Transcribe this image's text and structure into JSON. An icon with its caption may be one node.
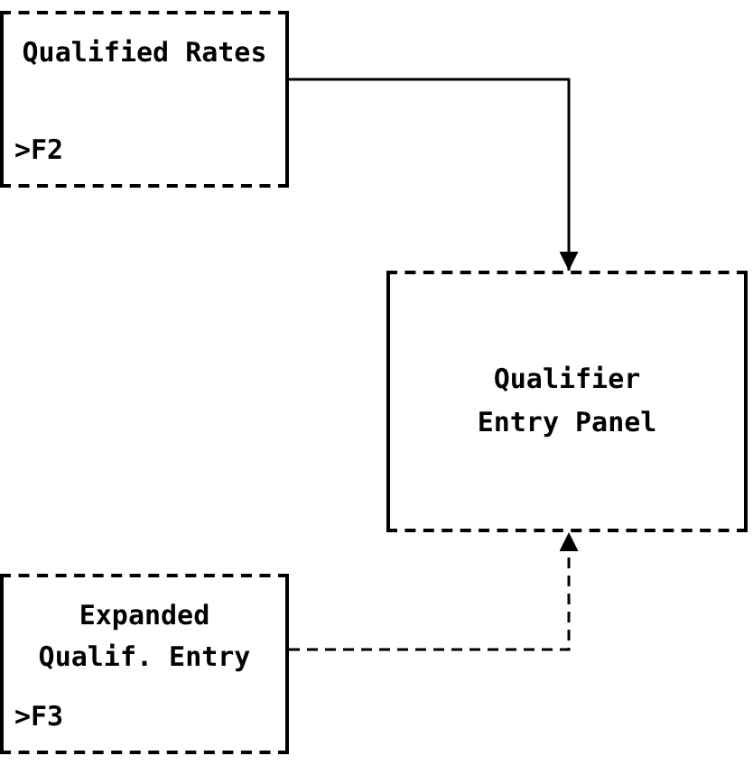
{
  "diagram": {
    "nodes": [
      {
        "text": [
          "Qualified Rates",
          ">F2"
        ]
      },
      {
        "text": [
          "Qualifier Entry Panel"
        ]
      },
      {
        "text": [
          "Expanded Qualif. Entry",
          ">F3"
        ]
      }
    ],
    "edges": [
      {
        "from": 0,
        "to": 1,
        "arrow": "to"
      },
      {
        "from": 2,
        "to": 1,
        "arrow": "to",
        "style": "dashed"
      }
    ]
  }
}
